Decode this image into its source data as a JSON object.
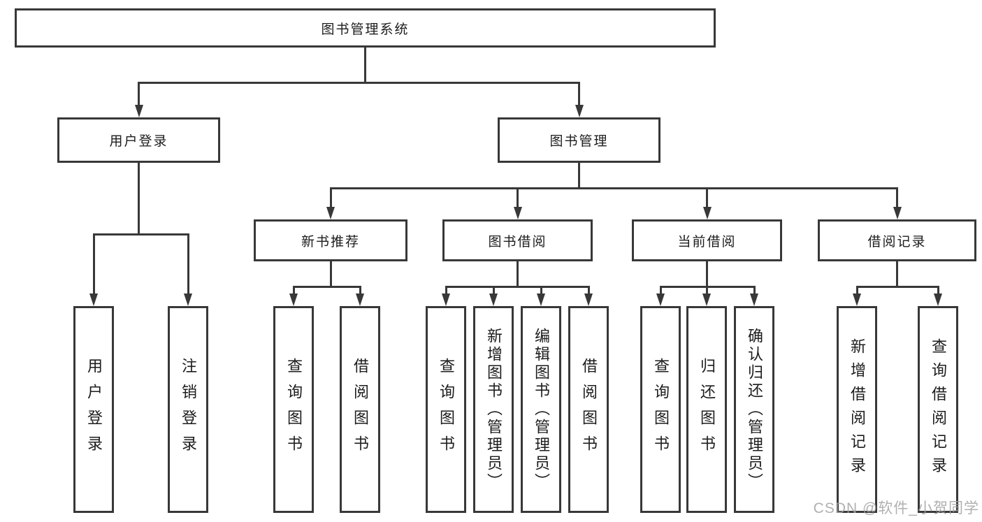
{
  "diagram_type": "hierarchy-tree",
  "colors": {
    "line": "#383838",
    "text": "#1c1c1c",
    "watermark": "#a3a3a3",
    "background": "#ffffff"
  },
  "watermark": {
    "text": "CSDN @软件_小贺同学"
  },
  "tree": {
    "label": "图书管理系统",
    "children": [
      {
        "label": "用户登录",
        "children": [
          {
            "label": "用户登录"
          },
          {
            "label": "注销登录"
          }
        ]
      },
      {
        "label": "图书管理",
        "children": [
          {
            "label": "新书推荐",
            "children": [
              {
                "label": "查询图书"
              },
              {
                "label": "借阅图书"
              }
            ]
          },
          {
            "label": "图书借阅",
            "children": [
              {
                "label": "查询图书"
              },
              {
                "label": "新增图书（管理员）"
              },
              {
                "label": "编辑图书（管理员）"
              },
              {
                "label": "借阅图书"
              }
            ]
          },
          {
            "label": "当前借阅",
            "children": [
              {
                "label": "查询图书"
              },
              {
                "label": "归还图书"
              },
              {
                "label": "确认归还（管理员）"
              }
            ]
          },
          {
            "label": "借阅记录",
            "children": [
              {
                "label": "新增借阅记录"
              },
              {
                "label": "查询借阅记录"
              }
            ]
          }
        ]
      }
    ]
  }
}
